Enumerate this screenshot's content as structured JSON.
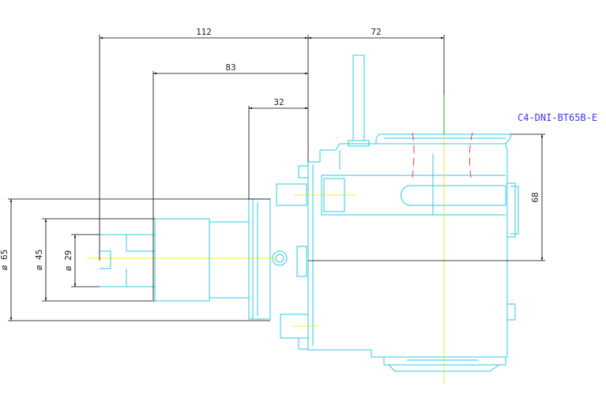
{
  "drawing": {
    "part_label": "C4-DNI-BT65B-E",
    "dimensions": {
      "d112": "112",
      "d72": "72",
      "d83": "83",
      "d32": "32",
      "d68": "68",
      "dia65": "ø 65",
      "dia45": "ø 45",
      "dia29": "ø 29"
    },
    "colors": {
      "part_outline": "#2ec8e6",
      "dimension": "#000000",
      "centerline": "#e6e600",
      "hidden_line": "#e63030",
      "label": "#3a3ae0"
    }
  }
}
